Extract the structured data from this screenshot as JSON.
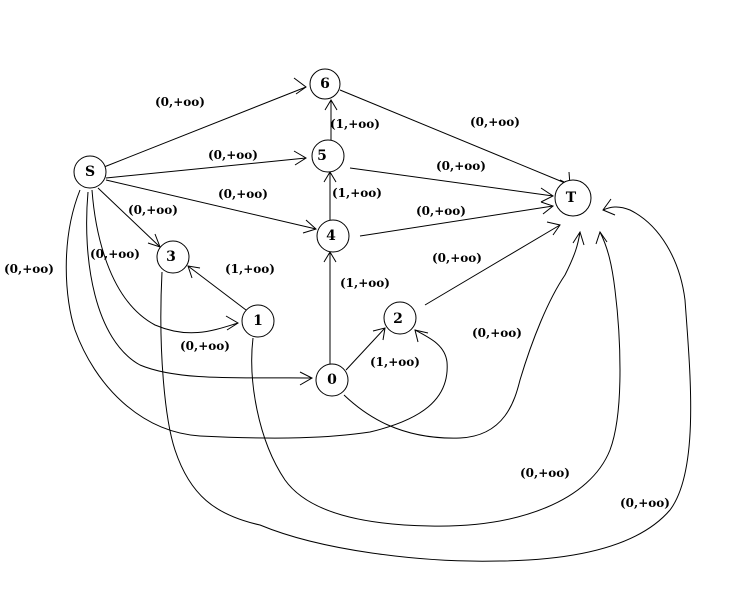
{
  "nodes": [
    {
      "id": "S",
      "label": "S"
    },
    {
      "id": "6",
      "label": "6"
    },
    {
      "id": "5",
      "label": "5"
    },
    {
      "id": "4",
      "label": "4"
    },
    {
      "id": "3",
      "label": "3"
    },
    {
      "id": "1",
      "label": "1"
    },
    {
      "id": "2",
      "label": "2"
    },
    {
      "id": "0",
      "label": "0"
    },
    {
      "id": "T",
      "label": "T"
    }
  ],
  "edges": [
    {
      "from": "S",
      "to": "6",
      "label": "(0,+oo)"
    },
    {
      "from": "S",
      "to": "5",
      "label": "(0,+oo)"
    },
    {
      "from": "S",
      "to": "4",
      "label": "(0,+oo)"
    },
    {
      "from": "S",
      "to": "3",
      "label": "(0,+oo)"
    },
    {
      "from": "S",
      "to": "1",
      "label": "(0,+oo)"
    },
    {
      "from": "S",
      "to": "0",
      "label": "(0,+oo)"
    },
    {
      "from": "S",
      "to": "2",
      "label": "(0,+oo)"
    },
    {
      "from": "6",
      "to": "T",
      "label": "(0,+oo)"
    },
    {
      "from": "5",
      "to": "T",
      "label": "(0,+oo)"
    },
    {
      "from": "4",
      "to": "T",
      "label": "(0,+oo)"
    },
    {
      "from": "2",
      "to": "T",
      "label": "(0,+oo)"
    },
    {
      "from": "5",
      "to": "6",
      "label": "(1,+oo)"
    },
    {
      "from": "4",
      "to": "5",
      "label": "(1,+oo)"
    },
    {
      "from": "0",
      "to": "4",
      "label": "(1,+oo)"
    },
    {
      "from": "0",
      "to": "2",
      "label": "(1,+oo)"
    },
    {
      "from": "1",
      "to": "3",
      "label": "(1,+oo)"
    },
    {
      "from": "0",
      "to": "T",
      "label": "(0,+oo)"
    },
    {
      "from": "1",
      "to": "T",
      "label": "(0,+oo)"
    },
    {
      "from": "3",
      "to": "T",
      "label": "(0,+oo)"
    }
  ]
}
